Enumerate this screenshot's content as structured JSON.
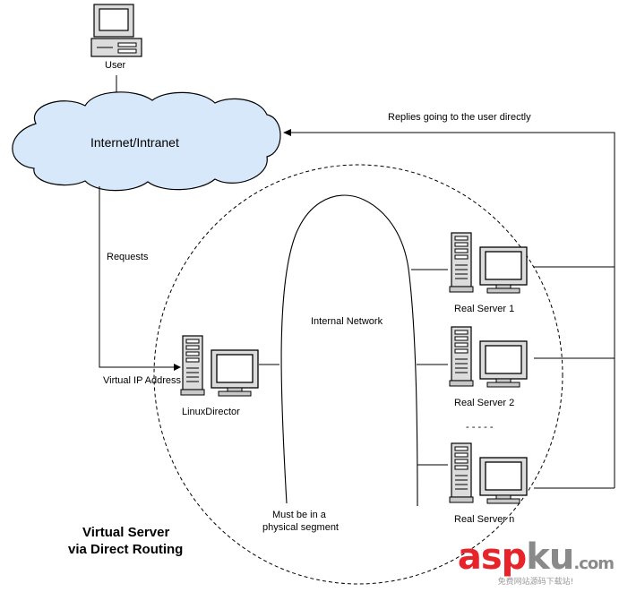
{
  "nodes": {
    "user": "User",
    "cloud": "Internet/Intranet",
    "director": "LinuxDirector",
    "real_server_1": "Real Server 1",
    "real_server_2": "Real Server 2",
    "real_server_n": "Real Server n",
    "ellipsis": "- - - - -"
  },
  "labels": {
    "replies": "Replies going to the user directly",
    "requests": "Requests",
    "virtual_ip": "Virtual IP Address",
    "internal_network": "Internal Network",
    "segment_line1": "Must be in a",
    "segment_line2": "physical segment",
    "title_line1": "Virtual Server",
    "title_line2": "via Direct Routing"
  },
  "watermark": {
    "brand_main": "asp",
    "brand_ku": "ku",
    "brand_tld": ".com",
    "subtitle": "免费网站源码下载站!"
  }
}
